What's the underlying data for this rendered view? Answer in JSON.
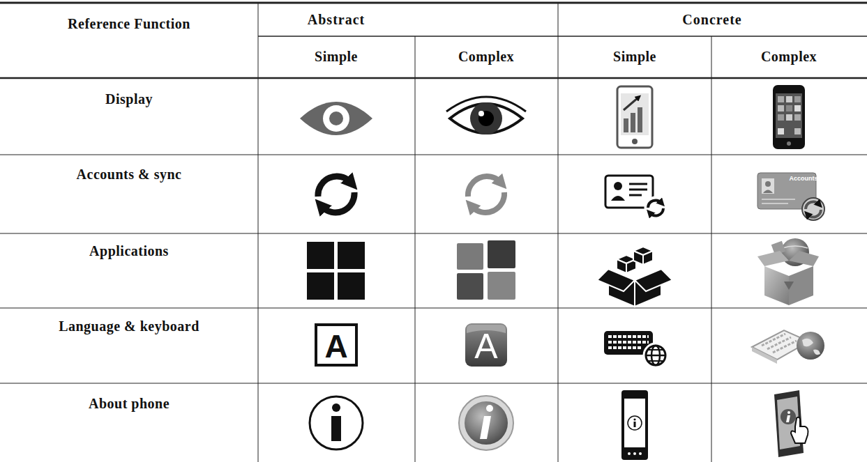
{
  "diagram": {
    "labels": [
      "Reference Function",
      "Abstract",
      "Concrete",
      "Simple",
      "Complex",
      "Simple",
      "Complex",
      "Display",
      "Accounts & sync",
      "Applications",
      "Language & keyboard",
      "About phone",
      "A",
      "A",
      "Accounts"
    ]
  }
}
